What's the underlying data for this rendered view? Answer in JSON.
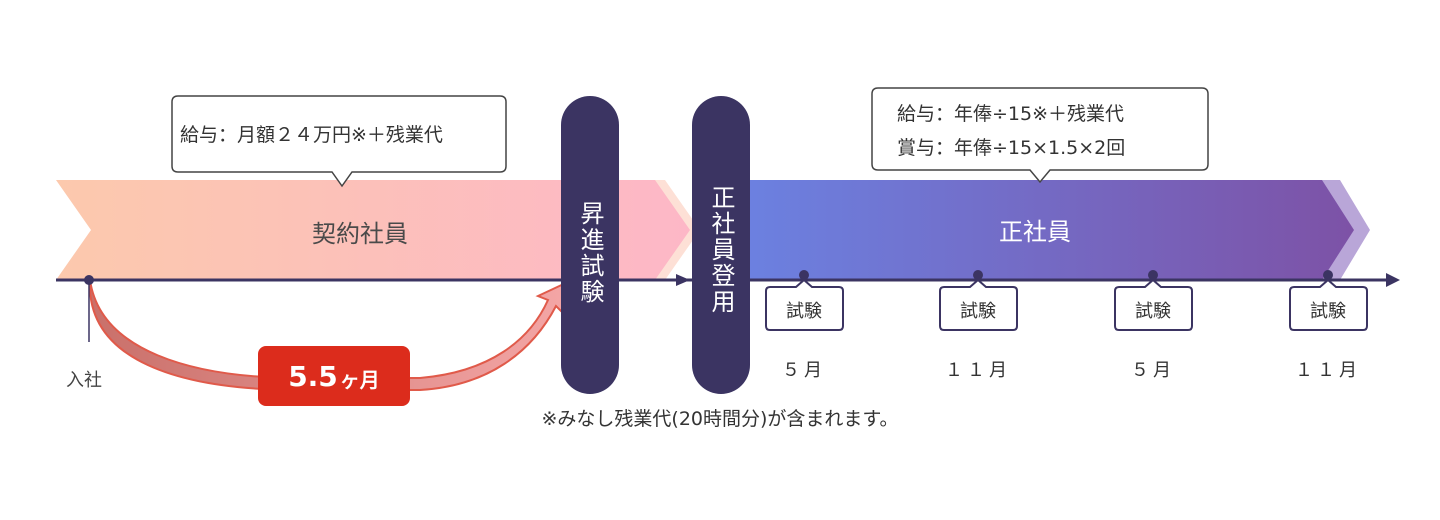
{
  "stages": {
    "contract": {
      "label": "契約社員"
    },
    "regular": {
      "label": "正社員"
    }
  },
  "callouts": {
    "contract_pay": "給与：月額２４万円※＋残業代",
    "regular_pay_line1": "給与：年俸÷15※＋残業代",
    "regular_pay_line2": "賞与：年俸÷15×1.5×2回"
  },
  "pills": {
    "promotion_exam": "昇進試験",
    "regular_appointment": "正社員登用"
  },
  "timeline": {
    "join_label": "入社",
    "duration": {
      "value": "5.5",
      "unit": "ヶ月"
    },
    "exams": [
      {
        "label": "試験",
        "month": "５月"
      },
      {
        "label": "試験",
        "month": "１１月"
      },
      {
        "label": "試験",
        "month": "５月"
      },
      {
        "label": "試験",
        "month": "１１月"
      }
    ]
  },
  "footnote": "※みなし残業代(20時間分)が含まれます。",
  "colors": {
    "contract_start": "#fcc6ad",
    "contract_end": "#fdb8c6",
    "regular_start": "#6a7fe0",
    "regular_end": "#7f53a8",
    "pill": "#3b3462",
    "axis": "#3b3462",
    "duration": "#dc2c1c"
  }
}
